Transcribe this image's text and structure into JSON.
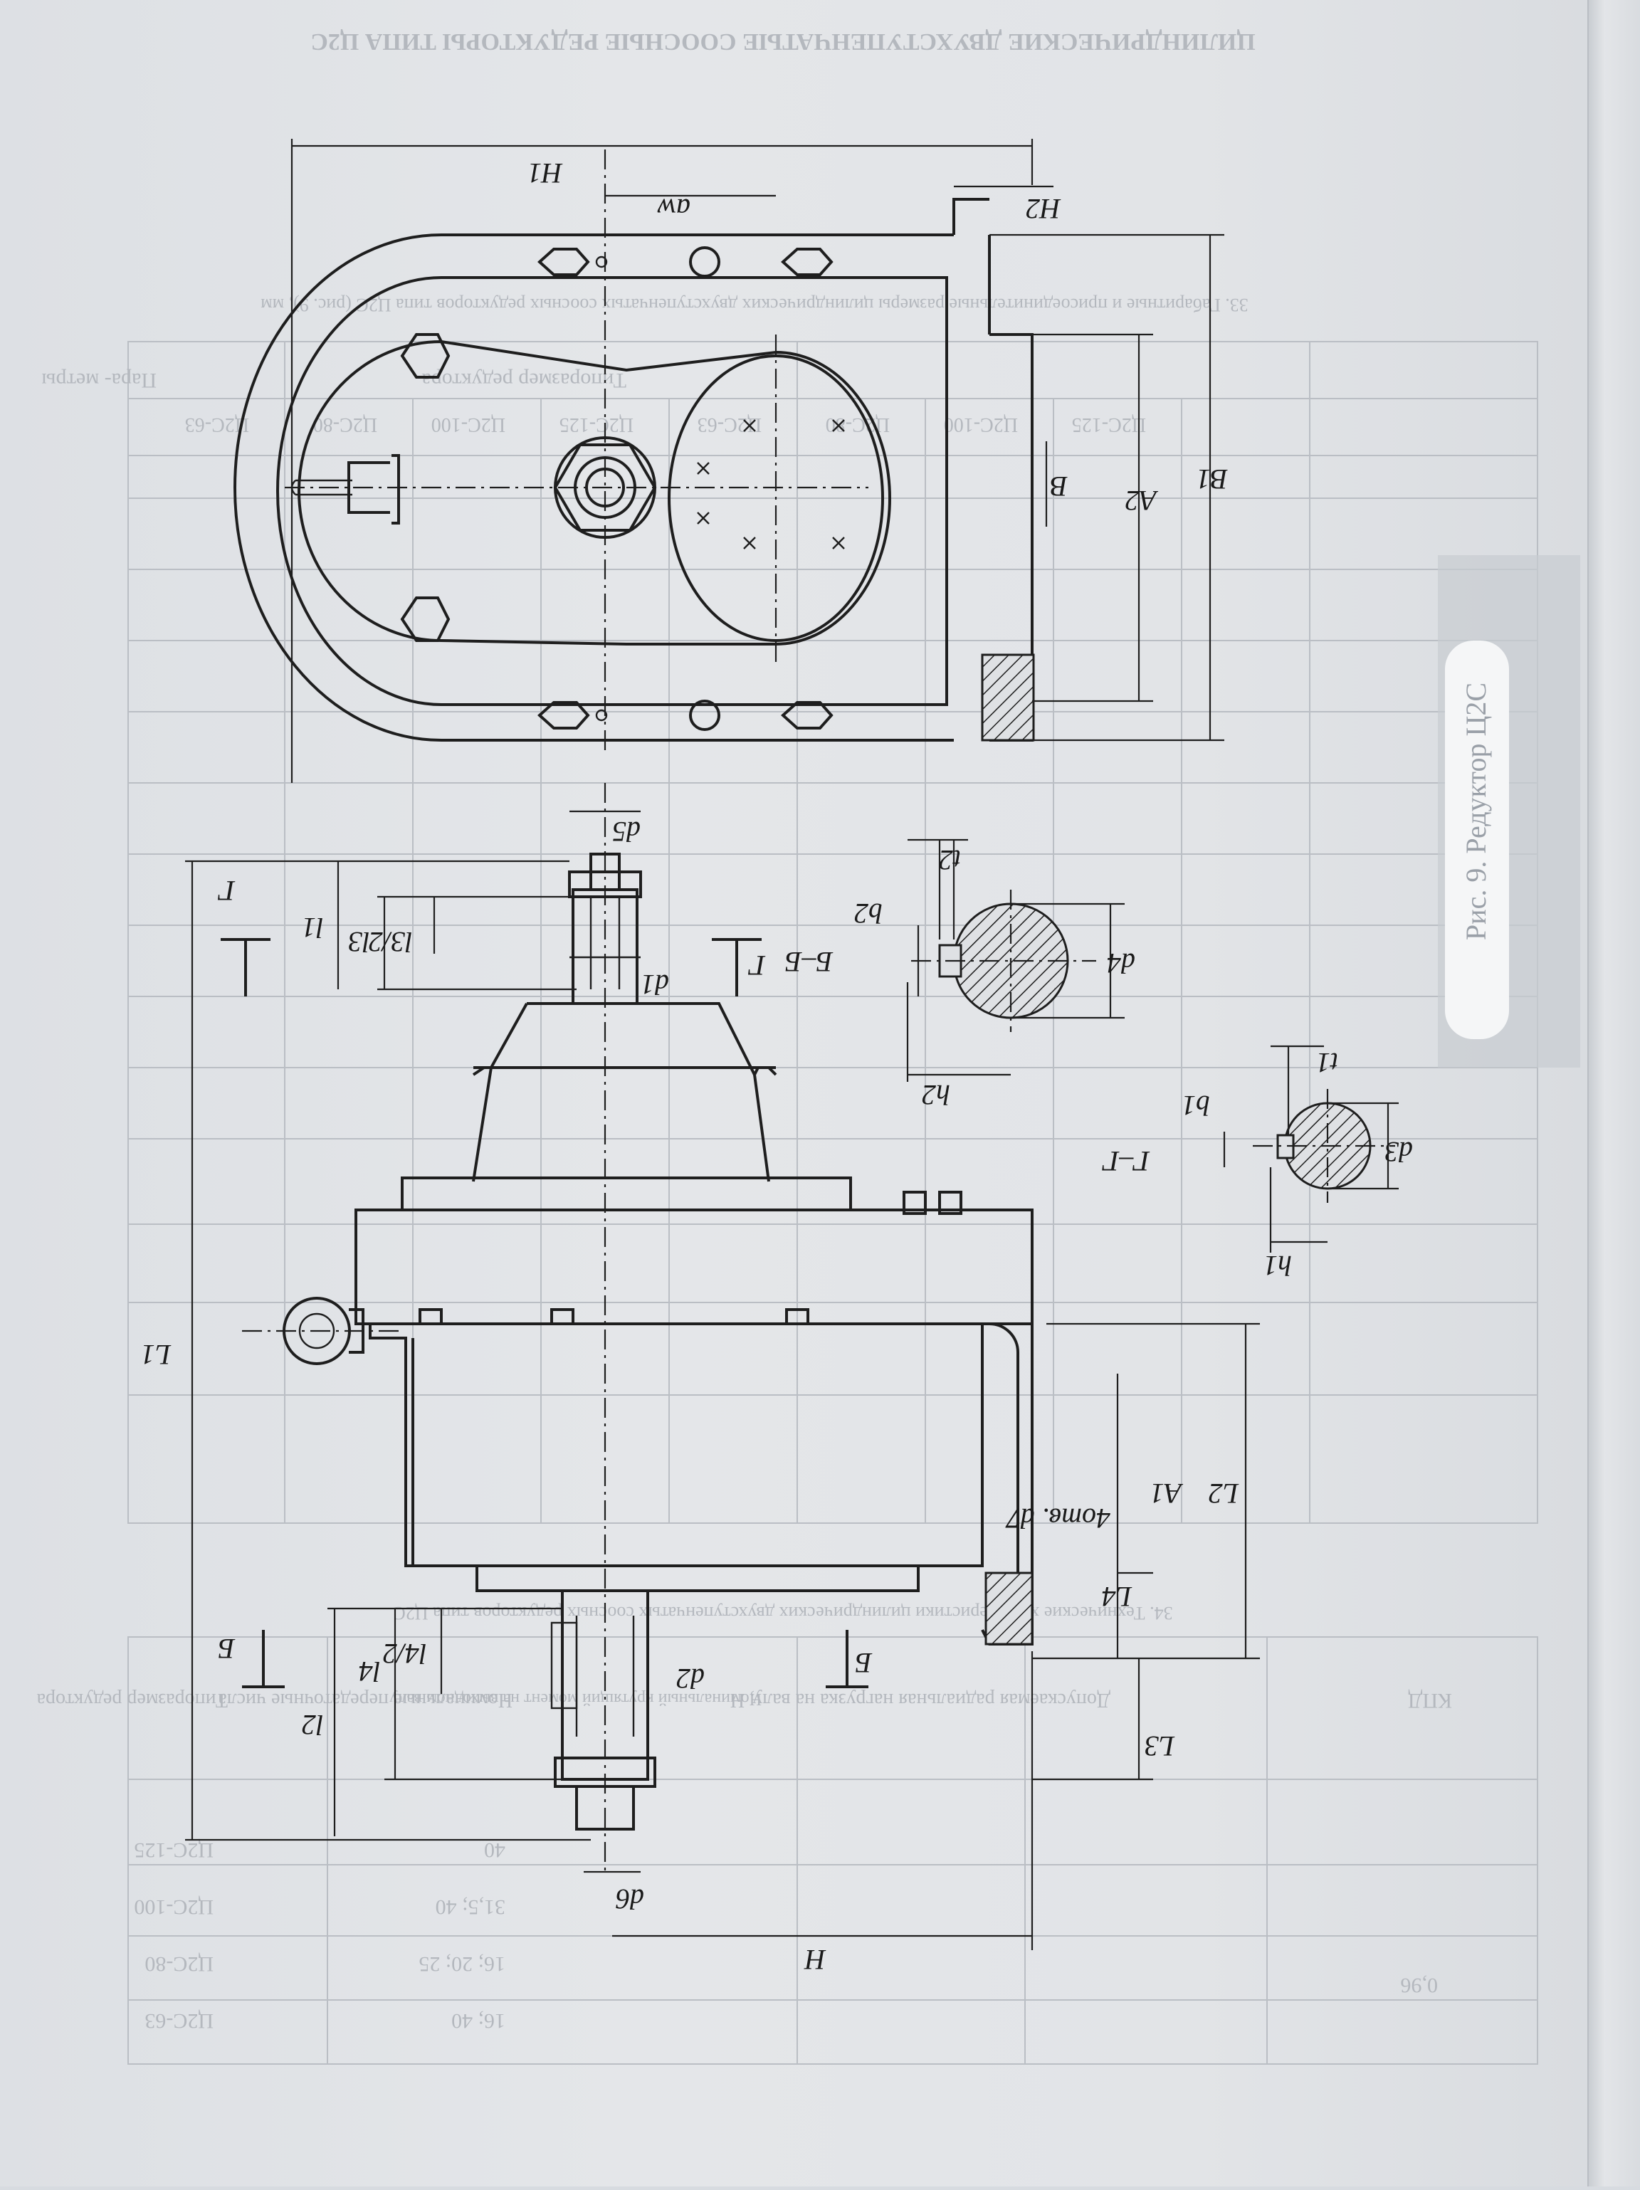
{
  "header": {
    "title": "ЦИЛИНДРИЧЕСКИЕ ДВУХСТУПЕНЧАТЫЕ СООСНЫЕ РЕДУКТОРЫ ТИПА Ц2С"
  },
  "table33": {
    "caption": "33. Габаритные и присоединительные размеры цилиндрических двухступенчатых соосных редукторов типа Ц2С (рис. 9), мм",
    "col_param": "Пара- метры",
    "col_size": "Типоразмер редуктора",
    "sizes": [
      "Ц2С-63",
      "Ц2С-80",
      "Ц2С-100",
      "Ц2С-125",
      "Ц2С-63",
      "Ц2С-80",
      "Ц2С-100",
      "Ц2С-125"
    ]
  },
  "table34": {
    "caption": "34. Технические характеристики цилиндрических двухступенчатых соосных редукторов типа Ц2С",
    "col_type": "Типоразмер редуктора",
    "col_ratio": "Номинальные передаточные числа",
    "col_torque": "Номинальный крутящий момент на выходном валу",
    "col_load": "Допускаемая радиальная нагрузка на валу, Н",
    "col_eff": "КПД",
    "rows": [
      {
        "type": "Ц2С-63",
        "ratio": "16; 40",
        "eff": "0,96"
      },
      {
        "type": "Ц2С-80",
        "ratio": "16; 20; 25",
        "eff": ""
      },
      {
        "type": "Ц2С-100",
        "ratio": "31,5; 40",
        "eff": ""
      },
      {
        "type": "Ц2С-125",
        "ratio": "40",
        "eff": ""
      }
    ]
  },
  "side_tab": "Рис. 9. Редуктор Ц2С",
  "drawing": {
    "top_view": {
      "H1": "H1",
      "a_w": "aw",
      "H2": "H2",
      "B": "B",
      "A2": "A2",
      "B1": "B1"
    },
    "front_view": {
      "d5": "d5",
      "d1": "d1",
      "l1": "l1",
      "l3": "l3",
      "l3_half": "l3/2",
      "L1": "L1",
      "A1": "A1",
      "L2": "L2",
      "holes": "4отв. d7",
      "L4": "L4",
      "L3": "L3",
      "l4": "l4",
      "l4_half": "l4/2",
      "l2": "l2",
      "d2": "d2",
      "d6": "d6",
      "H": "H"
    },
    "section_BB": {
      "title": "Б–Б",
      "t2": "t2",
      "b2": "b2",
      "d4": "d4",
      "h2": "h2"
    },
    "section_GG": {
      "title": "Г–Г",
      "t1": "t1",
      "b1": "b1",
      "d3": "d3",
      "h1": "h1"
    },
    "cut_G": "Г",
    "cut_B": "Б"
  }
}
